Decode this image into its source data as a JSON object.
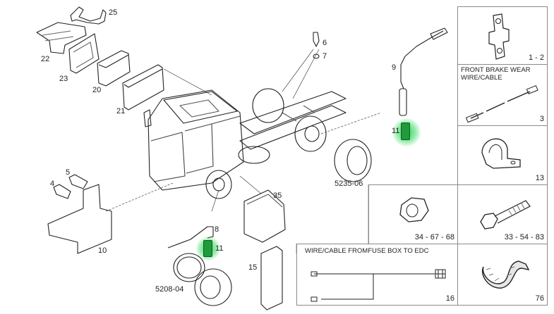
{
  "diagram": {
    "main_labels": {
      "p25": "25",
      "p22": "22",
      "p23": "23",
      "p20": "20",
      "p21": "21",
      "p6": "6",
      "p7": "7",
      "p9": "9",
      "p11_top": "11",
      "p4": "4",
      "p5": "5",
      "p10": "10",
      "p35": "35",
      "p8": "8",
      "p11_bottom": "11",
      "p15": "15",
      "p5208_04": "5208-04",
      "p5235_06": "5235-06"
    },
    "highlight_color": "#2ecc55",
    "side_panels": [
      {
        "code": "1 - 2",
        "title": ""
      },
      {
        "code": "3",
        "title": "FRONT BRAKE WEAR WIRE/CABLE"
      },
      {
        "code": "13",
        "title": ""
      },
      {
        "code": "33 - 54 - 83",
        "title": ""
      },
      {
        "code": "34 - 67 - 68",
        "title": ""
      },
      {
        "code": "16",
        "title": "WIRE/CABLE FROMFUSE BOX TO EDC"
      },
      {
        "code": "76",
        "title": ""
      }
    ]
  }
}
